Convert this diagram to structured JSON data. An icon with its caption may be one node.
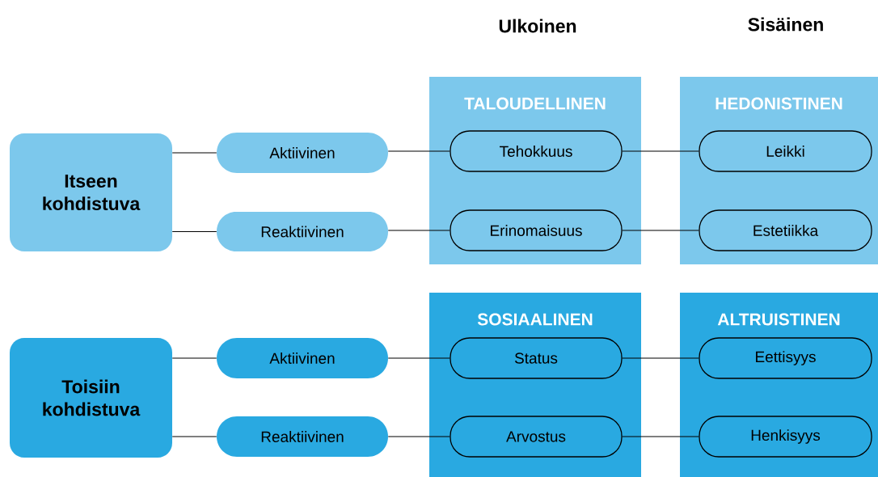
{
  "diagram": {
    "nodes": [
      {
        "text": [
          "Itseen kohdistuva"
        ]
      },
      {
        "text": [
          "Aktiivinen"
        ]
      },
      {
        "text": [
          "Reaktiivinen"
        ]
      },
      {
        "text": [
          "TALOUDELLINEN"
        ]
      },
      {
        "text": [
          "Tehokkuus"
        ],
        "in": 3
      },
      {
        "text": [
          "Erinomaisuus"
        ],
        "in": 3
      },
      {
        "text": [
          "HEDONISTINEN"
        ]
      },
      {
        "text": [
          "Leikki"
        ],
        "in": 6
      },
      {
        "text": [
          "Estetiikka"
        ],
        "in": 6
      },
      {
        "text": [
          "Toisiin kohdistuva"
        ]
      },
      {
        "text": [
          "Aktiivinen"
        ]
      },
      {
        "text": [
          "Reaktiivinen"
        ]
      },
      {
        "text": [
          "SOSIAALINEN"
        ]
      },
      {
        "text": [
          "Status"
        ],
        "in": 12
      },
      {
        "text": [
          "Arvostus"
        ],
        "in": 12
      },
      {
        "text": [
          "ALTRUISTINEN"
        ]
      },
      {
        "text": [
          "Eettisyys"
        ],
        "in": 15
      },
      {
        "text": [
          "Henkisyys"
        ],
        "in": 15
      }
    ],
    "edges": [
      {
        "from": 0,
        "to": 1,
        "arrow": "none"
      },
      {
        "from": 0,
        "to": 2,
        "arrow": "none"
      },
      {
        "from": 1,
        "to": 4,
        "arrow": "none"
      },
      {
        "from": 2,
        "to": 5,
        "arrow": "none"
      },
      {
        "from": 4,
        "to": 7,
        "arrow": "none"
      },
      {
        "from": 5,
        "to": 8,
        "arrow": "none"
      },
      {
        "from": 9,
        "to": 10,
        "arrow": "none"
      },
      {
        "from": 9,
        "to": 11,
        "arrow": "none"
      },
      {
        "from": 10,
        "to": 13,
        "arrow": "none"
      },
      {
        "from": 11,
        "to": 14,
        "arrow": "none"
      },
      {
        "from": 13,
        "to": 16,
        "arrow": "none"
      },
      {
        "from": 14,
        "to": 17,
        "arrow": "none"
      }
    ],
    "labels": [
      "Ulkoinen",
      "Sisäinen"
    ]
  }
}
